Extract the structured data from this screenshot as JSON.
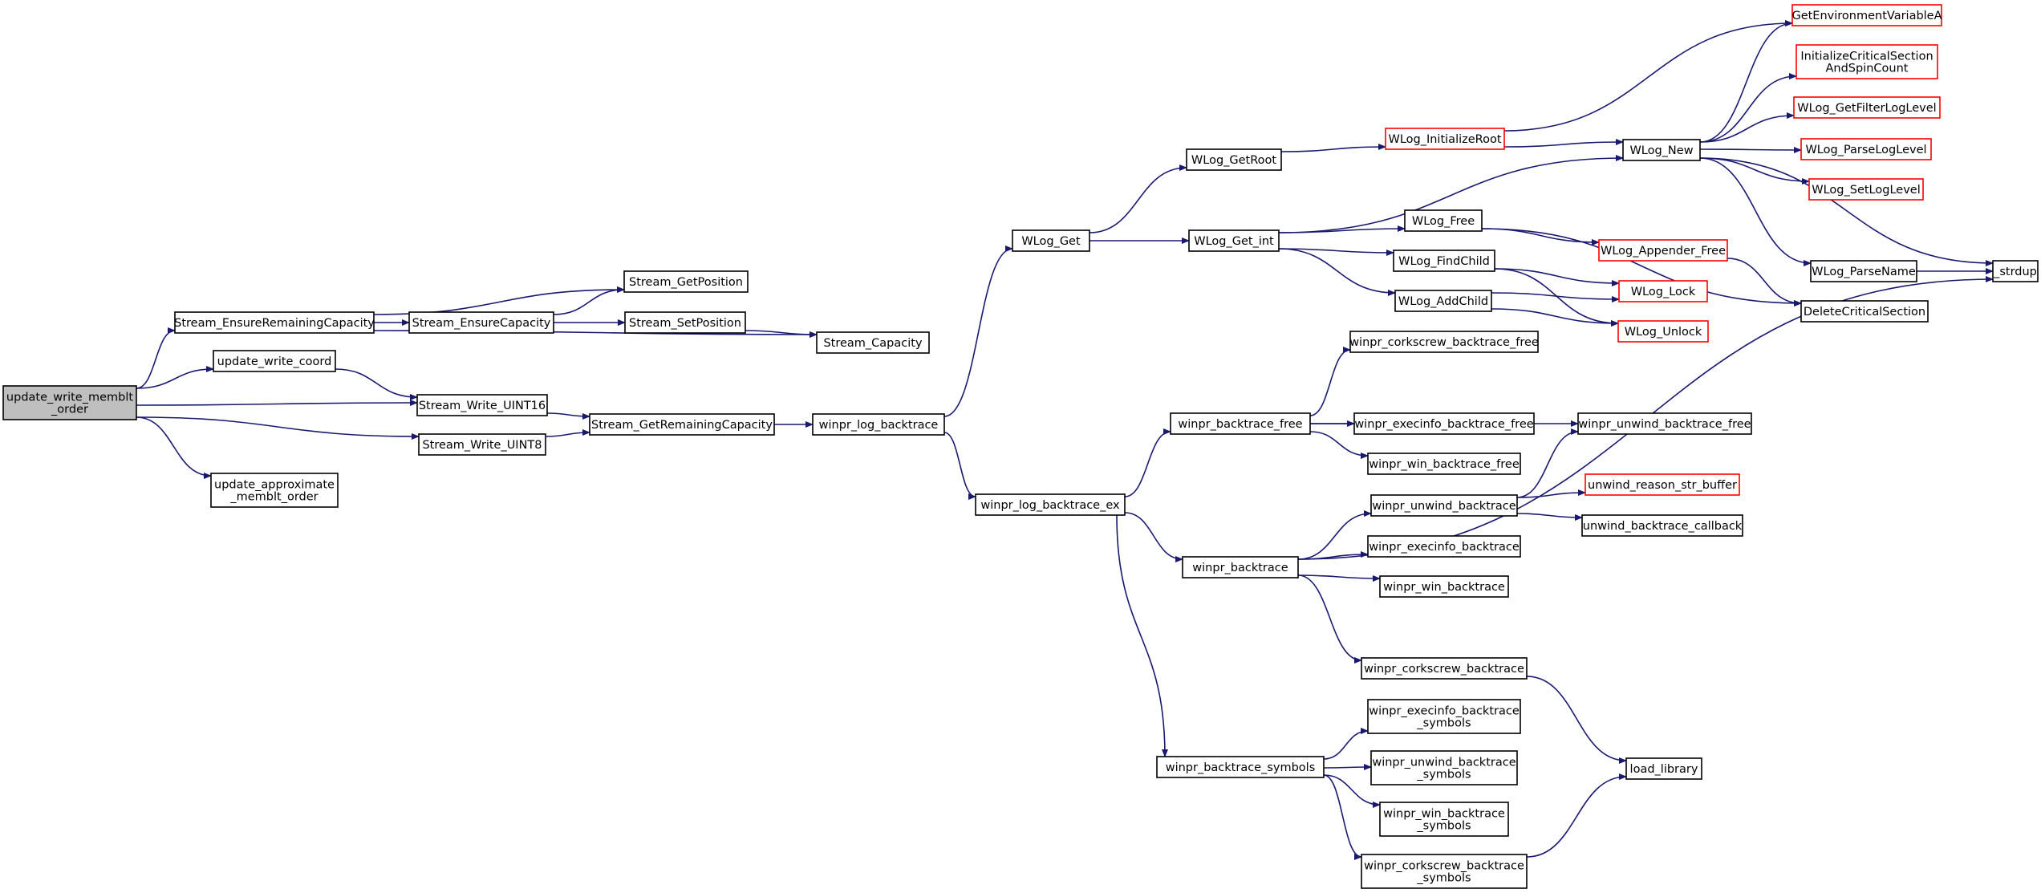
{
  "nodes": [
    {
      "id": "update_write_memblt_order",
      "lines": [
        "update_write_memblt",
        "_order"
      ],
      "root": true
    },
    {
      "id": "Stream_EnsureRemainingCapacity",
      "lines": [
        "Stream_EnsureRemainingCapacity"
      ]
    },
    {
      "id": "update_write_coord",
      "lines": [
        "update_write_coord"
      ]
    },
    {
      "id": "Stream_Write_UINT16",
      "lines": [
        "Stream_Write_UINT16"
      ]
    },
    {
      "id": "Stream_Write_UINT8",
      "lines": [
        "Stream_Write_UINT8"
      ]
    },
    {
      "id": "update_approximate_memblt_order",
      "lines": [
        "update_approximate",
        "_memblt_order"
      ]
    },
    {
      "id": "Stream_EnsureCapacity",
      "lines": [
        "Stream_EnsureCapacity"
      ]
    },
    {
      "id": "Stream_GetPosition",
      "lines": [
        "Stream_GetPosition"
      ]
    },
    {
      "id": "Stream_SetPosition",
      "lines": [
        "Stream_SetPosition"
      ]
    },
    {
      "id": "Stream_Capacity",
      "lines": [
        "Stream_Capacity"
      ]
    },
    {
      "id": "Stream_GetRemainingCapacity",
      "lines": [
        "Stream_GetRemainingCapacity"
      ]
    },
    {
      "id": "winpr_log_backtrace",
      "lines": [
        "winpr_log_backtrace"
      ]
    },
    {
      "id": "WLog_Get",
      "lines": [
        "WLog_Get"
      ]
    },
    {
      "id": "winpr_log_backtrace_ex",
      "lines": [
        "winpr_log_backtrace_ex"
      ]
    },
    {
      "id": "WLog_GetRoot",
      "lines": [
        "WLog_GetRoot"
      ]
    },
    {
      "id": "WLog_Get_int",
      "lines": [
        "WLog_Get_int"
      ]
    },
    {
      "id": "WLog_InitializeRoot",
      "lines": [
        "WLog_InitializeRoot"
      ],
      "external": true
    },
    {
      "id": "WLog_New",
      "lines": [
        "WLog_New"
      ]
    },
    {
      "id": "WLog_Free",
      "lines": [
        "WLog_Free"
      ]
    },
    {
      "id": "WLog_FindChild",
      "lines": [
        "WLog_FindChild"
      ]
    },
    {
      "id": "WLog_AddChild",
      "lines": [
        "WLog_AddChild"
      ]
    },
    {
      "id": "GetEnvironmentVariableA",
      "lines": [
        "GetEnvironmentVariableA"
      ],
      "external": true
    },
    {
      "id": "InitializeCriticalSectionAndSpinCount",
      "lines": [
        "InitializeCriticalSection",
        "AndSpinCount"
      ],
      "external": true
    },
    {
      "id": "WLog_GetFilterLogLevel",
      "lines": [
        "WLog_GetFilterLogLevel"
      ],
      "external": true
    },
    {
      "id": "WLog_ParseLogLevel",
      "lines": [
        "WLog_ParseLogLevel"
      ],
      "external": true
    },
    {
      "id": "WLog_SetLogLevel",
      "lines": [
        "WLog_SetLogLevel"
      ],
      "external": true
    },
    {
      "id": "WLog_ParseName",
      "lines": [
        "WLog_ParseName"
      ]
    },
    {
      "id": "_strdup",
      "lines": [
        "_strdup"
      ]
    },
    {
      "id": "WLog_Appender_Free",
      "lines": [
        "WLog_Appender_Free"
      ],
      "external": true
    },
    {
      "id": "DeleteCriticalSection",
      "lines": [
        "DeleteCriticalSection"
      ]
    },
    {
      "id": "WLog_Lock",
      "lines": [
        "WLog_Lock"
      ],
      "external": true
    },
    {
      "id": "WLog_Unlock",
      "lines": [
        "WLog_Unlock"
      ],
      "external": true
    },
    {
      "id": "winpr_backtrace_free",
      "lines": [
        "winpr_backtrace_free"
      ]
    },
    {
      "id": "winpr_corkscrew_backtrace_free",
      "lines": [
        "winpr_corkscrew_backtrace_free"
      ]
    },
    {
      "id": "winpr_execinfo_backtrace_free",
      "lines": [
        "winpr_execinfo_backtrace_free"
      ]
    },
    {
      "id": "winpr_win_backtrace_free",
      "lines": [
        "winpr_win_backtrace_free"
      ]
    },
    {
      "id": "winpr_unwind_backtrace_free",
      "lines": [
        "winpr_unwind_backtrace_free"
      ]
    },
    {
      "id": "winpr_backtrace",
      "lines": [
        "winpr_backtrace"
      ]
    },
    {
      "id": "winpr_unwind_backtrace",
      "lines": [
        "winpr_unwind_backtrace"
      ]
    },
    {
      "id": "unwind_reason_str_buffer",
      "lines": [
        "unwind_reason_str_buffer"
      ],
      "external": true
    },
    {
      "id": "unwind_backtrace_callback",
      "lines": [
        "unwind_backtrace_callback"
      ]
    },
    {
      "id": "winpr_execinfo_backtrace",
      "lines": [
        "winpr_execinfo_backtrace"
      ]
    },
    {
      "id": "winpr_win_backtrace",
      "lines": [
        "winpr_win_backtrace"
      ]
    },
    {
      "id": "winpr_corkscrew_backtrace",
      "lines": [
        "winpr_corkscrew_backtrace"
      ]
    },
    {
      "id": "winpr_backtrace_symbols",
      "lines": [
        "winpr_backtrace_symbols"
      ]
    },
    {
      "id": "winpr_execinfo_backtrace_symbols",
      "lines": [
        "winpr_execinfo_backtrace",
        "_symbols"
      ]
    },
    {
      "id": "winpr_unwind_backtrace_symbols",
      "lines": [
        "winpr_unwind_backtrace",
        "_symbols"
      ]
    },
    {
      "id": "winpr_win_backtrace_symbols",
      "lines": [
        "winpr_win_backtrace",
        "_symbols"
      ]
    },
    {
      "id": "winpr_corkscrew_backtrace_symbols",
      "lines": [
        "winpr_corkscrew_backtrace",
        "_symbols"
      ]
    },
    {
      "id": "load_library",
      "lines": [
        "load_library"
      ]
    }
  ],
  "edges": [
    [
      "update_write_memblt_order",
      "Stream_EnsureRemainingCapacity"
    ],
    [
      "update_write_memblt_order",
      "update_write_coord"
    ],
    [
      "update_write_memblt_order",
      "Stream_Write_UINT16"
    ],
    [
      "update_write_memblt_order",
      "Stream_Write_UINT8"
    ],
    [
      "update_write_memblt_order",
      "update_approximate_memblt_order"
    ],
    [
      "Stream_EnsureRemainingCapacity",
      "Stream_GetPosition"
    ],
    [
      "Stream_EnsureRemainingCapacity",
      "Stream_EnsureCapacity"
    ],
    [
      "Stream_EnsureRemainingCapacity",
      "Stream_Capacity"
    ],
    [
      "Stream_EnsureCapacity",
      "Stream_GetPosition"
    ],
    [
      "Stream_EnsureCapacity",
      "Stream_SetPosition"
    ],
    [
      "Stream_SetPosition",
      "Stream_Capacity"
    ],
    [
      "update_write_coord",
      "Stream_Write_UINT16"
    ],
    [
      "Stream_Write_UINT16",
      "Stream_GetRemainingCapacity"
    ],
    [
      "Stream_Write_UINT8",
      "Stream_GetRemainingCapacity"
    ],
    [
      "Stream_GetRemainingCapacity",
      "winpr_log_backtrace"
    ],
    [
      "winpr_log_backtrace",
      "WLog_Get"
    ],
    [
      "winpr_log_backtrace",
      "winpr_log_backtrace_ex"
    ],
    [
      "WLog_Get",
      "WLog_GetRoot"
    ],
    [
      "WLog_Get",
      "WLog_Get_int"
    ],
    [
      "WLog_GetRoot",
      "WLog_InitializeRoot"
    ],
    [
      "WLog_InitializeRoot",
      "GetEnvironmentVariableA"
    ],
    [
      "WLog_InitializeRoot",
      "WLog_New"
    ],
    [
      "WLog_Get_int",
      "WLog_New"
    ],
    [
      "WLog_Get_int",
      "WLog_Free"
    ],
    [
      "WLog_Get_int",
      "WLog_FindChild"
    ],
    [
      "WLog_Get_int",
      "WLog_AddChild"
    ],
    [
      "WLog_New",
      "GetEnvironmentVariableA"
    ],
    [
      "WLog_New",
      "InitializeCriticalSectionAndSpinCount"
    ],
    [
      "WLog_New",
      "WLog_GetFilterLogLevel"
    ],
    [
      "WLog_New",
      "WLog_ParseLogLevel"
    ],
    [
      "WLog_New",
      "WLog_SetLogLevel"
    ],
    [
      "WLog_New",
      "WLog_ParseName"
    ],
    [
      "WLog_New",
      "_strdup"
    ],
    [
      "WLog_ParseName",
      "_strdup"
    ],
    [
      "WLog_Free",
      "WLog_Appender_Free"
    ],
    [
      "WLog_Free",
      "DeleteCriticalSection"
    ],
    [
      "WLog_Appender_Free",
      "DeleteCriticalSection"
    ],
    [
      "WLog_FindChild",
      "WLog_Lock"
    ],
    [
      "WLog_FindChild",
      "WLog_Unlock"
    ],
    [
      "WLog_AddChild",
      "WLog_Lock"
    ],
    [
      "WLog_AddChild",
      "WLog_Unlock"
    ],
    [
      "winpr_log_backtrace_ex",
      "winpr_backtrace_free"
    ],
    [
      "winpr_log_backtrace_ex",
      "winpr_backtrace"
    ],
    [
      "winpr_log_backtrace_ex",
      "winpr_backtrace_symbols"
    ],
    [
      "winpr_backtrace_free",
      "winpr_corkscrew_backtrace_free"
    ],
    [
      "winpr_backtrace_free",
      "winpr_execinfo_backtrace_free"
    ],
    [
      "winpr_backtrace_free",
      "winpr_win_backtrace_free"
    ],
    [
      "winpr_backtrace_free",
      "winpr_unwind_backtrace_free"
    ],
    [
      "winpr_backtrace",
      "winpr_unwind_backtrace"
    ],
    [
      "winpr_backtrace",
      "winpr_execinfo_backtrace"
    ],
    [
      "winpr_backtrace",
      "winpr_win_backtrace"
    ],
    [
      "winpr_backtrace",
      "winpr_corkscrew_backtrace"
    ],
    [
      "winpr_backtrace",
      "_strdup"
    ],
    [
      "winpr_unwind_backtrace",
      "winpr_unwind_backtrace_free"
    ],
    [
      "winpr_unwind_backtrace",
      "unwind_reason_str_buffer"
    ],
    [
      "winpr_unwind_backtrace",
      "unwind_backtrace_callback"
    ],
    [
      "winpr_corkscrew_backtrace",
      "load_library"
    ],
    [
      "winpr_backtrace_symbols",
      "winpr_execinfo_backtrace_symbols"
    ],
    [
      "winpr_backtrace_symbols",
      "winpr_unwind_backtrace_symbols"
    ],
    [
      "winpr_backtrace_symbols",
      "winpr_win_backtrace_symbols"
    ],
    [
      "winpr_backtrace_symbols",
      "winpr_corkscrew_backtrace_symbols"
    ],
    [
      "winpr_corkscrew_backtrace_symbols",
      "load_library"
    ]
  ],
  "colors": {
    "edge": "#191970",
    "node_border": "#000000",
    "external_border": "#ff0000",
    "root_fill": "#bfbfbf"
  }
}
